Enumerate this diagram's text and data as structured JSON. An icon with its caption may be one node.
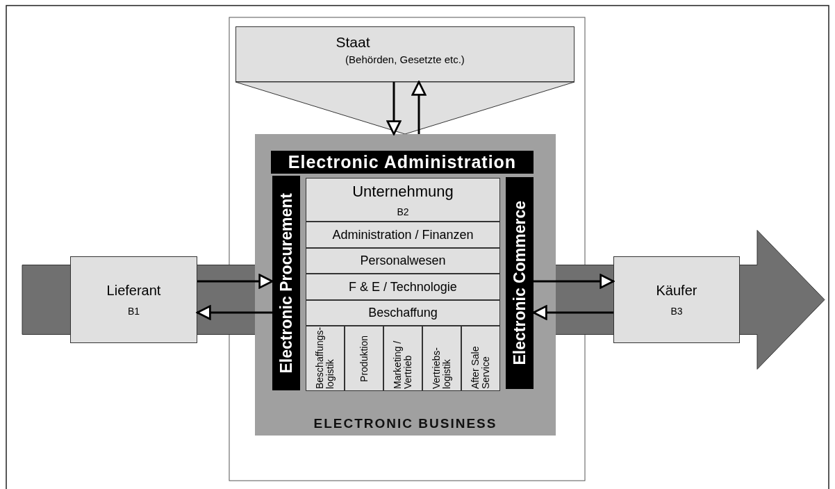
{
  "diagram": {
    "nodes": [
      {
        "text": [
          "Staat",
          "(Behörden, Gesetzte etc.)"
        ]
      },
      {
        "text": [
          "ELECTRONIC BUSINESS"
        ]
      },
      {
        "text": [
          "Electronic Administration"
        ],
        "in": 1
      },
      {
        "text": [
          "Electronic Procurement"
        ],
        "in": 1
      },
      {
        "text": [
          "Unternehmung",
          "B2"
        ],
        "in": 1
      },
      {
        "text": [
          "Administration / Finanzen"
        ],
        "in": 1
      },
      {
        "text": [
          "Personalwesen"
        ],
        "in": 1
      },
      {
        "text": [
          "F & E / Technologie"
        ],
        "in": 1
      },
      {
        "text": [
          "Beschaffung"
        ],
        "in": 1
      },
      {
        "text": [
          "Beschaffungs- logistik"
        ],
        "in": 1
      },
      {
        "text": [
          "Produktion"
        ],
        "in": 1
      },
      {
        "text": [
          "Marketing / Vertrieb"
        ],
        "in": 1
      },
      {
        "text": [
          "Vertriebs- logistik"
        ],
        "in": 1
      },
      {
        "text": [
          "After Sale Service"
        ],
        "in": 1
      },
      {
        "text": [
          "Electronic Commerce"
        ],
        "in": 1
      },
      {
        "text": [
          "Lieferant",
          "B1"
        ]
      },
      {
        "text": [
          "Käufer",
          "B3"
        ]
      }
    ],
    "edges": [
      {
        "from": 15,
        "to": 3,
        "arrow": "to"
      },
      {
        "from": 3,
        "to": 15,
        "arrow": "to"
      },
      {
        "from": 14,
        "to": 16,
        "arrow": "to"
      },
      {
        "from": 16,
        "to": 14,
        "arrow": "to"
      },
      {
        "from": 0,
        "to": 1,
        "arrow": "to"
      },
      {
        "from": 1,
        "to": 0,
        "arrow": "to"
      },
      {
        "from": 15,
        "to": 16,
        "arrow": "to",
        "style": "thick",
        "color": "#707070"
      }
    ]
  }
}
